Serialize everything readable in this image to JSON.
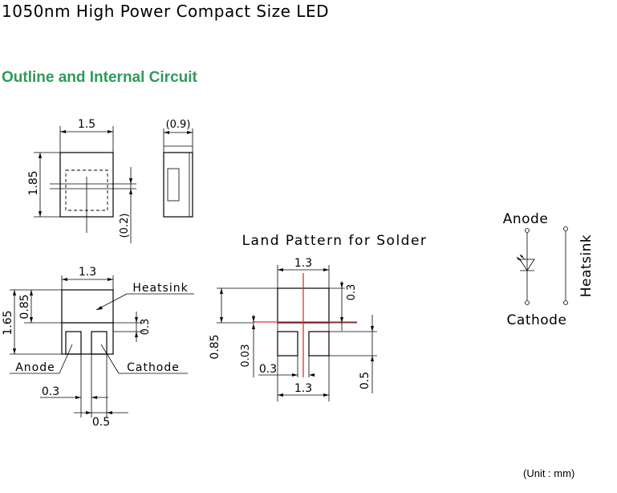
{
  "page": {
    "title": "1050nm High Power Compact Size LED",
    "section_title": "Outline and Internal Circuit",
    "unit_note": "(Unit : mm)"
  },
  "top_view": {
    "width_label": "1.5",
    "height_label": "1.85",
    "offset_label": "(0.2)"
  },
  "side_view": {
    "depth_label": "(0.9)"
  },
  "bottom_view": {
    "width_label": "1.3",
    "height_total_label": "1.65",
    "height_heatsink_label": "0.85",
    "gap_label": "0.3",
    "heatsink_label": "Heatsink",
    "anode_label": "Anode",
    "cathode_label": "Cathode",
    "pad_width_label": "0.3",
    "pad_pitch_label": "0.5"
  },
  "land_pattern": {
    "title": "Land Pattern for Solder",
    "width_top_label": "1.3",
    "right_top_label": "0.3",
    "left_label": "0.85",
    "small_label": "0.03",
    "pad_label": "0.3",
    "width_bottom_label": "1.3",
    "right_bottom_label": "0.5"
  },
  "circuit": {
    "anode_label": "Anode",
    "cathode_label": "Cathode",
    "heatsink_label": "Heatsink"
  }
}
